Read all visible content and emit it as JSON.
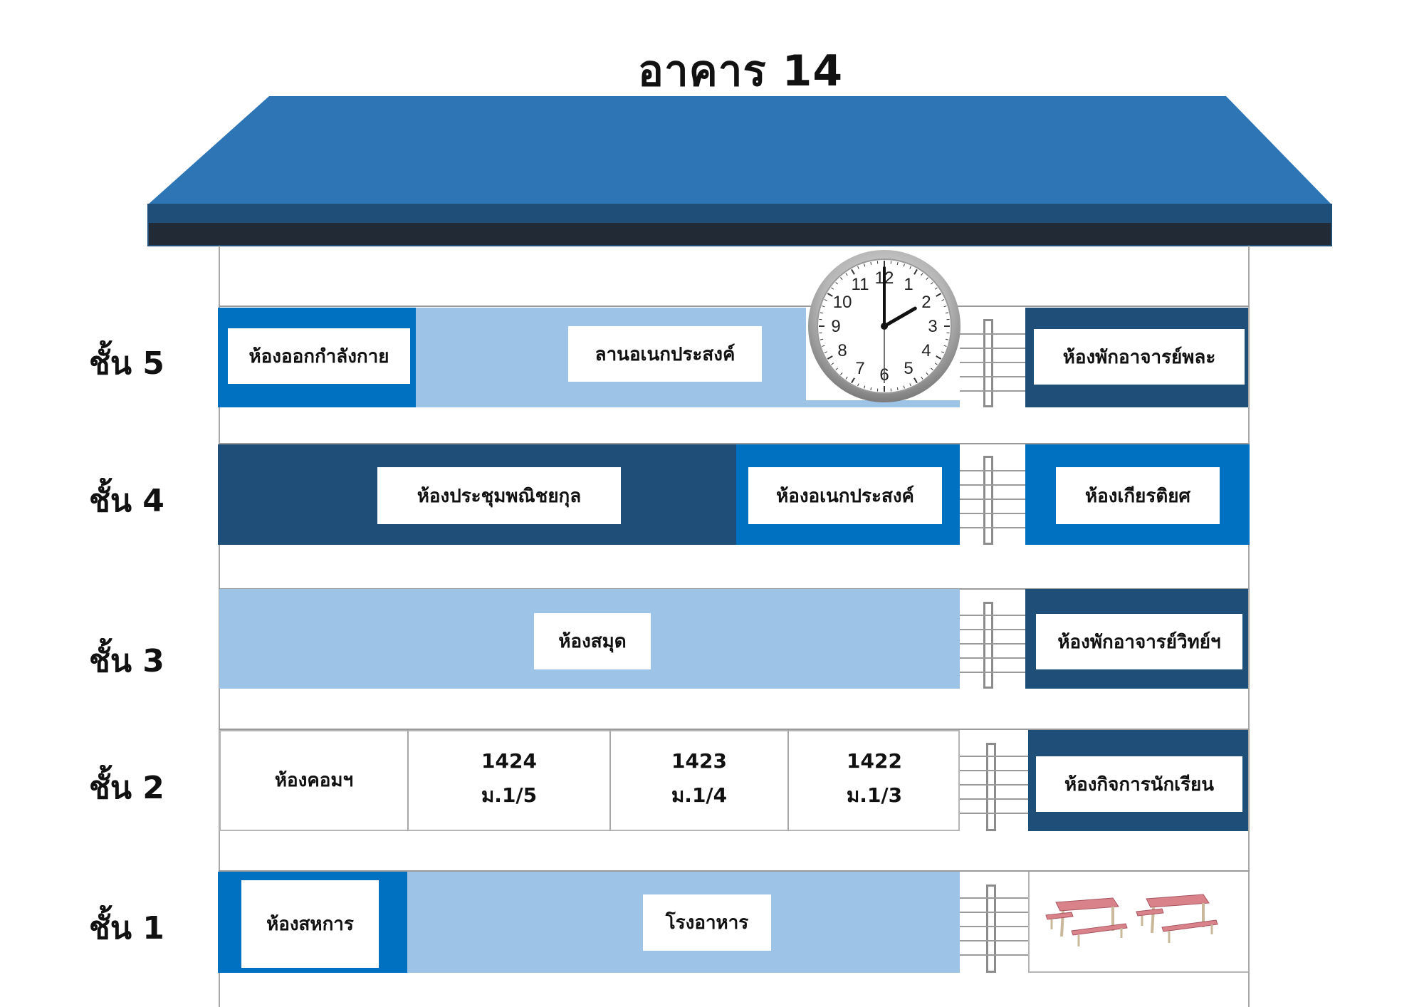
{
  "title": "อาคาร 14",
  "colors": {
    "roof": "#2e75b6",
    "roof_band": "#1f4e79",
    "roof_base": "#222a35",
    "dark_navy": "#1f4e79",
    "mid_blue": "#0070c0",
    "light_blue": "#9dc3e6"
  },
  "floors": [
    {
      "label": "ชั้น 5",
      "rooms": [
        {
          "label": "ห้องออกกำลังกาย"
        },
        {
          "label": "ลานอเนกประสงค์"
        },
        {
          "label": "ห้องพักอาจารย์พละ"
        }
      ],
      "clock": {
        "hour": 2,
        "minute": 0,
        "numbers": [
          "12",
          "1",
          "2",
          "3",
          "4",
          "5",
          "6",
          "7",
          "8",
          "9",
          "10",
          "11"
        ]
      }
    },
    {
      "label": "ชั้น 4",
      "rooms": [
        {
          "label": "ห้องประชุมพณิชยกุล"
        },
        {
          "label": "ห้องอเนกประสงค์"
        },
        {
          "label": "ห้องเกียรติยศ"
        }
      ]
    },
    {
      "label": "ชั้น 3",
      "rooms": [
        {
          "label": "ห้องสมุด"
        },
        {
          "label": "ห้องพักอาจารย์วิทย์ฯ"
        }
      ]
    },
    {
      "label": "ชั้น 2",
      "rooms": [
        {
          "label": "ห้องคอมฯ"
        },
        {
          "number": "1424",
          "class": "ม.1/5"
        },
        {
          "number": "1423",
          "class": "ม.1/4"
        },
        {
          "number": "1422",
          "class": "ม.1/3"
        },
        {
          "label": "ห้องกิจการนักเรียน"
        }
      ]
    },
    {
      "label": "ชั้น 1",
      "rooms": [
        {
          "label": "ห้องสหการ"
        },
        {
          "label": "โรงอาหาร"
        }
      ],
      "icons": [
        "picnic-table-icon",
        "picnic-table-icon"
      ]
    }
  ]
}
